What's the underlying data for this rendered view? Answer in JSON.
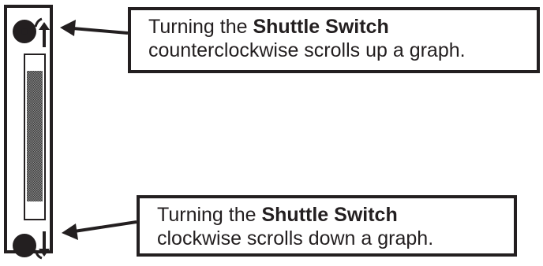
{
  "indicator": {
    "top_knob_icon": "shuttle-ccw-icon",
    "bottom_knob_icon": "shuttle-cw-icon"
  },
  "callouts": {
    "top": {
      "prefix": "Turning the ",
      "emphasis": "Shuttle Switch",
      "line2": "counterclockwise scrolls up a graph."
    },
    "bottom": {
      "prefix": "Turning the ",
      "emphasis": "Shuttle Switch",
      "line2": "clockwise scrolls down a graph."
    }
  },
  "colors": {
    "ink": "#231f20",
    "background": "#ffffff",
    "thumb": "#8a8a8a"
  }
}
